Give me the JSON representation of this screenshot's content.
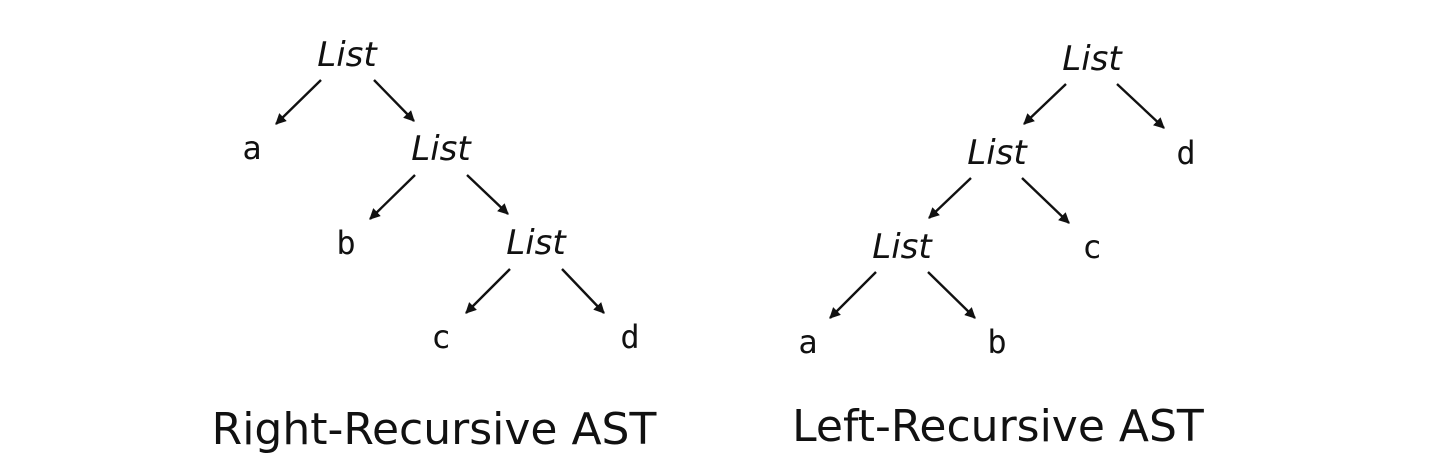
{
  "trees": [
    {
      "caption": "Right-Recursive AST",
      "nodes": [
        {
          "id": "n1",
          "label": "List",
          "kind": "nonterminal"
        },
        {
          "id": "a",
          "label": "a",
          "kind": "terminal"
        },
        {
          "id": "n2",
          "label": "List",
          "kind": "nonterminal"
        },
        {
          "id": "b",
          "label": "b",
          "kind": "terminal"
        },
        {
          "id": "n3",
          "label": "List",
          "kind": "nonterminal"
        },
        {
          "id": "c",
          "label": "c",
          "kind": "terminal"
        },
        {
          "id": "d",
          "label": "d",
          "kind": "terminal"
        }
      ],
      "edges": [
        [
          "n1",
          "a"
        ],
        [
          "n1",
          "n2"
        ],
        [
          "n2",
          "b"
        ],
        [
          "n2",
          "n3"
        ],
        [
          "n3",
          "c"
        ],
        [
          "n3",
          "d"
        ]
      ]
    },
    {
      "caption": "Left-Recursive AST",
      "nodes": [
        {
          "id": "m1",
          "label": "List",
          "kind": "nonterminal"
        },
        {
          "id": "m2",
          "label": "List",
          "kind": "nonterminal"
        },
        {
          "id": "d",
          "label": "d",
          "kind": "terminal"
        },
        {
          "id": "m3",
          "label": "List",
          "kind": "nonterminal"
        },
        {
          "id": "c",
          "label": "c",
          "kind": "terminal"
        },
        {
          "id": "a",
          "label": "a",
          "kind": "terminal"
        },
        {
          "id": "b",
          "label": "b",
          "kind": "terminal"
        }
      ],
      "edges": [
        [
          "m1",
          "m2"
        ],
        [
          "m1",
          "d"
        ],
        [
          "m2",
          "m3"
        ],
        [
          "m2",
          "c"
        ],
        [
          "m3",
          "a"
        ],
        [
          "m3",
          "b"
        ]
      ]
    }
  ],
  "colors": {
    "ink": "#111111",
    "background": "#ffffff"
  }
}
